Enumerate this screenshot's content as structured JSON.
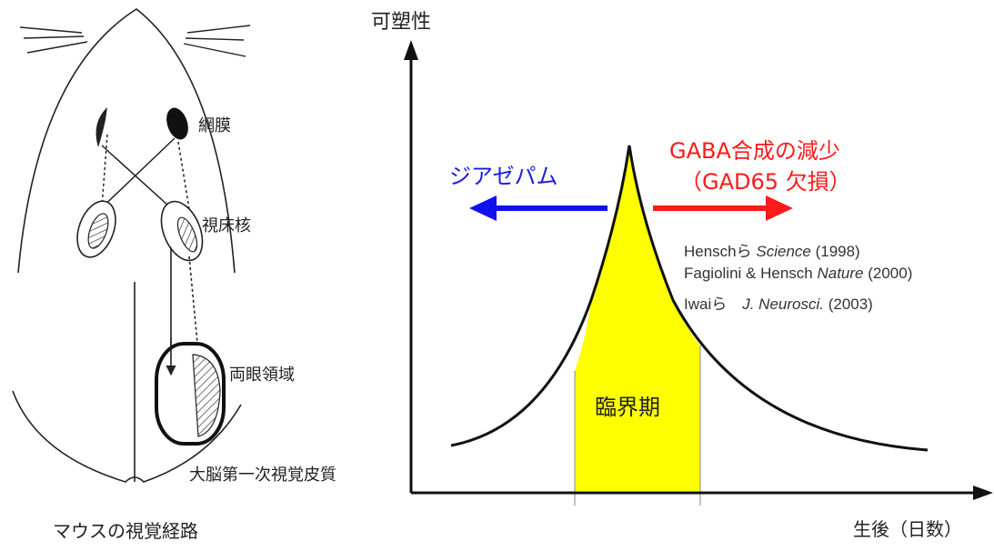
{
  "mouse_diagram": {
    "retina_label": "網膜",
    "lgn_label": "視床核",
    "binocular_label": "両眼領域",
    "cortex_label": "大脳第一次視覚皮質",
    "caption": "マウスの視覚経路"
  },
  "plasticity_chart": {
    "y_axis_label": "可塑性",
    "x_axis_label": "生後（日数）",
    "critical_period_label": "臨界期",
    "diazepam_label": "ジアゼパム",
    "gaba_label_line1": "GABA合成の減少",
    "gaba_label_line2": "（GAD65 欠損）",
    "references": [
      {
        "author": "Henschら ",
        "journal": "Science",
        "year": " (1998)"
      },
      {
        "author": "Fagiolini & Hensch ",
        "journal": "Nature",
        "year": " (2000)"
      },
      {
        "author": "Iwaiら　",
        "journal": "J. Neurosci.",
        "year": " (2003)"
      }
    ],
    "colors": {
      "critical_fill": "#ffff00",
      "diazepam_arrow": "#1111ee",
      "gaba_arrow": "#ff1a1a",
      "axis": "#111111"
    }
  }
}
